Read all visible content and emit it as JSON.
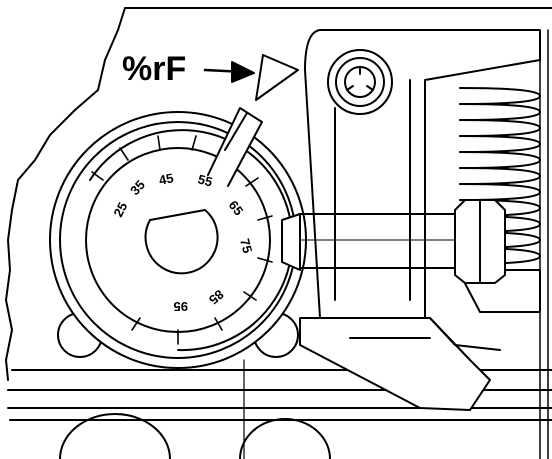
{
  "indicator_label": "%rF",
  "dial": {
    "scale": [
      "25",
      "35",
      "45",
      "55",
      "65",
      "75",
      "85",
      "95"
    ]
  }
}
